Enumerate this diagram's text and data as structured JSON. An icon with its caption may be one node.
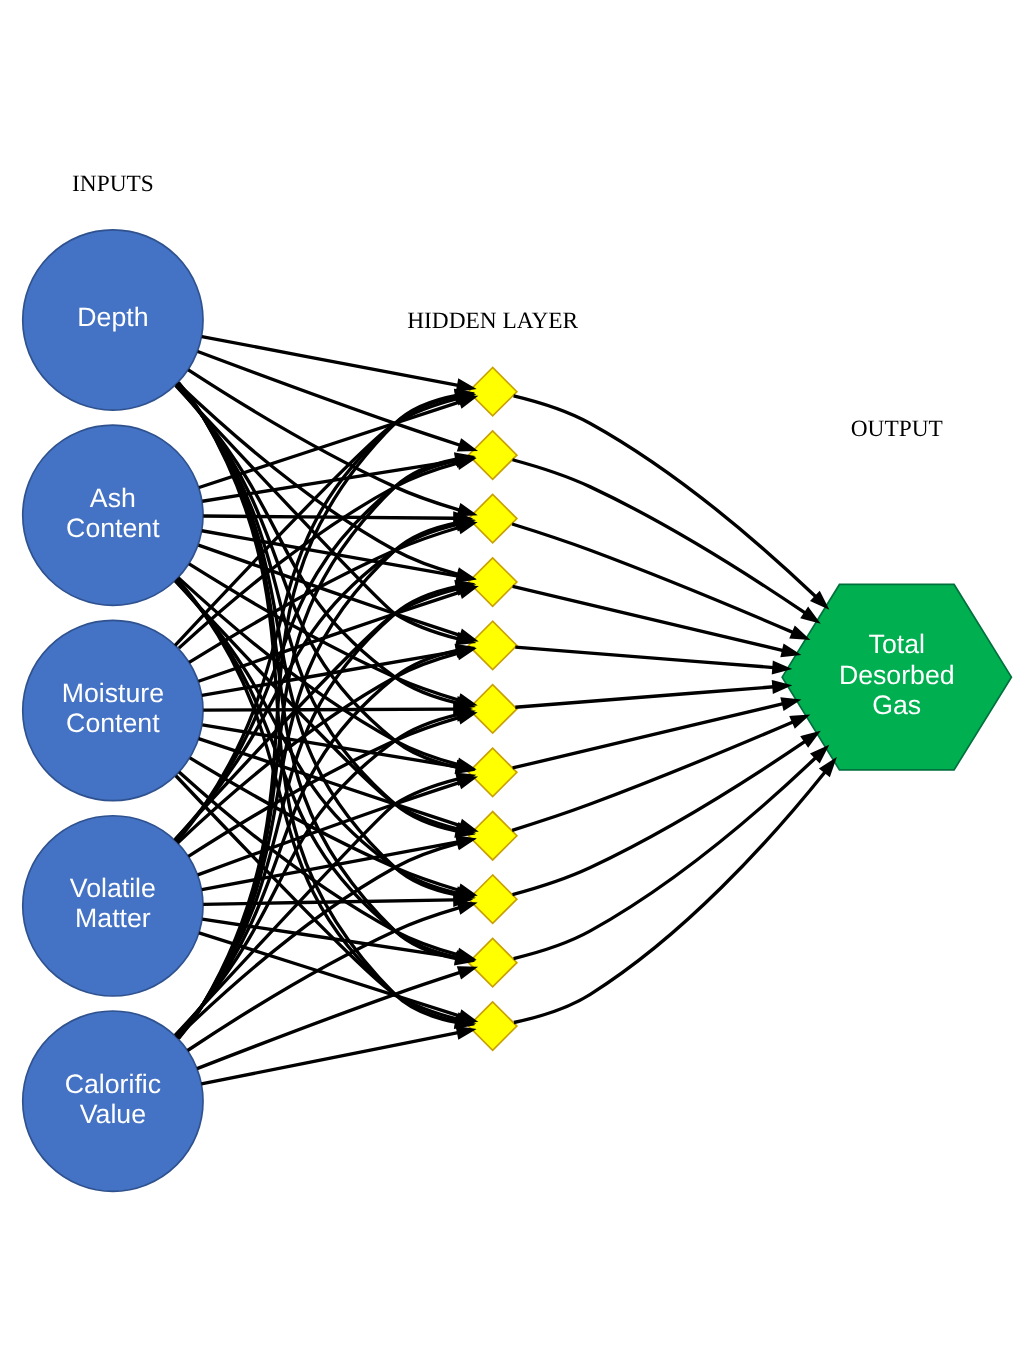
{
  "diagram": {
    "nodes": [
      {
        "text": [
          "Depth"
        ]
      },
      {
        "text": [
          "Ash Content"
        ]
      },
      {
        "text": [
          "Moisture Content"
        ]
      },
      {
        "text": [
          "Volatile Matter"
        ]
      },
      {
        "text": [
          "Calorific Value"
        ]
      },
      {
        "text": [],
        "shape": "diamond"
      },
      {
        "text": [],
        "shape": "diamond"
      },
      {
        "text": [],
        "shape": "diamond"
      },
      {
        "text": [],
        "shape": "diamond"
      },
      {
        "text": [],
        "shape": "diamond"
      },
      {
        "text": [],
        "shape": "diamond"
      },
      {
        "text": [],
        "shape": "diamond"
      },
      {
        "text": [],
        "shape": "diamond"
      },
      {
        "text": [],
        "shape": "diamond"
      },
      {
        "text": [],
        "shape": "diamond"
      },
      {
        "text": [],
        "shape": "diamond"
      },
      {
        "text": [
          "Total Desorbed Gas"
        ]
      }
    ],
    "edges": [
      {
        "from": 0,
        "to": 5,
        "arrow": "to"
      },
      {
        "from": 0,
        "to": 6,
        "arrow": "to"
      },
      {
        "from": 0,
        "to": 7,
        "arrow": "to"
      },
      {
        "from": 0,
        "to": 8,
        "arrow": "to"
      },
      {
        "from": 0,
        "to": 9,
        "arrow": "to"
      },
      {
        "from": 0,
        "to": 10,
        "arrow": "to"
      },
      {
        "from": 0,
        "to": 11,
        "arrow": "to"
      },
      {
        "from": 0,
        "to": 12,
        "arrow": "to"
      },
      {
        "from": 0,
        "to": 13,
        "arrow": "to"
      },
      {
        "from": 0,
        "to": 14,
        "arrow": "to"
      },
      {
        "from": 0,
        "to": 15,
        "arrow": "to"
      },
      {
        "from": 1,
        "to": 5,
        "arrow": "to"
      },
      {
        "from": 1,
        "to": 6,
        "arrow": "to"
      },
      {
        "from": 1,
        "to": 7,
        "arrow": "to"
      },
      {
        "from": 1,
        "to": 8,
        "arrow": "to"
      },
      {
        "from": 1,
        "to": 9,
        "arrow": "to"
      },
      {
        "from": 1,
        "to": 10,
        "arrow": "to"
      },
      {
        "from": 1,
        "to": 11,
        "arrow": "to"
      },
      {
        "from": 1,
        "to": 12,
        "arrow": "to"
      },
      {
        "from": 1,
        "to": 13,
        "arrow": "to"
      },
      {
        "from": 1,
        "to": 14,
        "arrow": "to"
      },
      {
        "from": 1,
        "to": 15,
        "arrow": "to"
      },
      {
        "from": 2,
        "to": 5,
        "arrow": "to"
      },
      {
        "from": 2,
        "to": 6,
        "arrow": "to"
      },
      {
        "from": 2,
        "to": 7,
        "arrow": "to"
      },
      {
        "from": 2,
        "to": 8,
        "arrow": "to"
      },
      {
        "from": 2,
        "to": 9,
        "arrow": "to"
      },
      {
        "from": 2,
        "to": 10,
        "arrow": "to"
      },
      {
        "from": 2,
        "to": 11,
        "arrow": "to"
      },
      {
        "from": 2,
        "to": 12,
        "arrow": "to"
      },
      {
        "from": 2,
        "to": 13,
        "arrow": "to"
      },
      {
        "from": 2,
        "to": 14,
        "arrow": "to"
      },
      {
        "from": 2,
        "to": 15,
        "arrow": "to"
      },
      {
        "from": 3,
        "to": 5,
        "arrow": "to"
      },
      {
        "from": 3,
        "to": 6,
        "arrow": "to"
      },
      {
        "from": 3,
        "to": 7,
        "arrow": "to"
      },
      {
        "from": 3,
        "to": 8,
        "arrow": "to"
      },
      {
        "from": 3,
        "to": 9,
        "arrow": "to"
      },
      {
        "from": 3,
        "to": 10,
        "arrow": "to"
      },
      {
        "from": 3,
        "to": 11,
        "arrow": "to"
      },
      {
        "from": 3,
        "to": 12,
        "arrow": "to"
      },
      {
        "from": 3,
        "to": 13,
        "arrow": "to"
      },
      {
        "from": 3,
        "to": 14,
        "arrow": "to"
      },
      {
        "from": 3,
        "to": 15,
        "arrow": "to"
      },
      {
        "from": 4,
        "to": 5,
        "arrow": "to"
      },
      {
        "from": 4,
        "to": 6,
        "arrow": "to"
      },
      {
        "from": 4,
        "to": 7,
        "arrow": "to"
      },
      {
        "from": 4,
        "to": 8,
        "arrow": "to"
      },
      {
        "from": 4,
        "to": 9,
        "arrow": "to"
      },
      {
        "from": 4,
        "to": 10,
        "arrow": "to"
      },
      {
        "from": 4,
        "to": 11,
        "arrow": "to"
      },
      {
        "from": 4,
        "to": 12,
        "arrow": "to"
      },
      {
        "from": 4,
        "to": 13,
        "arrow": "to"
      },
      {
        "from": 4,
        "to": 14,
        "arrow": "to"
      },
      {
        "from": 4,
        "to": 15,
        "arrow": "to"
      },
      {
        "from": 5,
        "to": 16,
        "arrow": "to"
      },
      {
        "from": 6,
        "to": 16,
        "arrow": "to"
      },
      {
        "from": 7,
        "to": 16,
        "arrow": "to"
      },
      {
        "from": 8,
        "to": 16,
        "arrow": "to"
      },
      {
        "from": 9,
        "to": 16,
        "arrow": "to"
      },
      {
        "from": 10,
        "to": 16,
        "arrow": "to"
      },
      {
        "from": 11,
        "to": 16,
        "arrow": "to"
      },
      {
        "from": 12,
        "to": 16,
        "arrow": "to"
      },
      {
        "from": 13,
        "to": 16,
        "arrow": "to"
      },
      {
        "from": 14,
        "to": 16,
        "arrow": "to"
      },
      {
        "from": 15,
        "to": 16,
        "arrow": "to"
      }
    ],
    "labels": [
      "INPUTS",
      "HIDDEN LAYER",
      "OUTPUT"
    ]
  }
}
